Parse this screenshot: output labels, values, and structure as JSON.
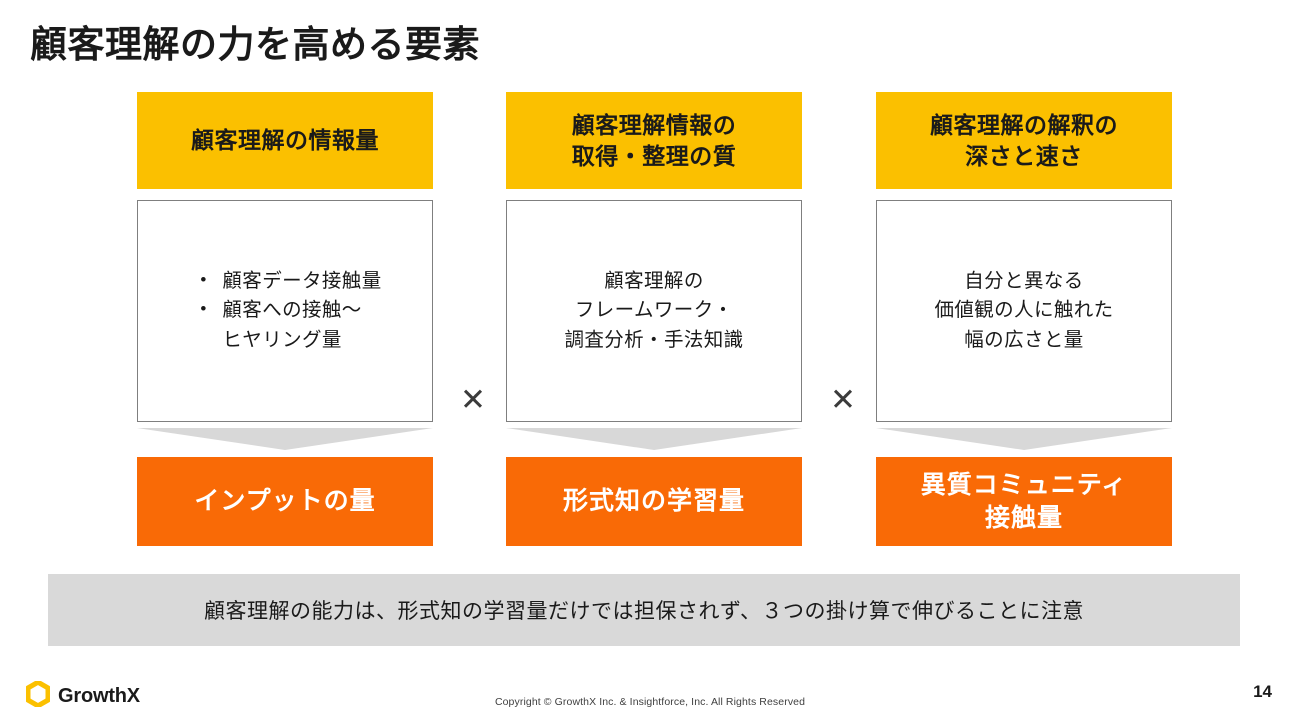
{
  "slide": {
    "title": "顧客理解の力を高める要素",
    "page_number": "14",
    "accent_yellow": "#fbc000",
    "accent_orange": "#f96a06",
    "banner_gray": "#d9d9d9",
    "arrow_gray": "#d8d8d8"
  },
  "columns": [
    {
      "header": "顧客理解の情報量",
      "body_type": "bullets",
      "bullets": [
        "顧客データ接触量",
        "顧客への接触〜\nヒヤリング量"
      ],
      "bullet_marker": "•",
      "footer": "インプットの量"
    },
    {
      "header": "顧客理解情報の\n取得・整理の質",
      "body_type": "text",
      "body": "顧客理解の\nフレームワーク・\n調査分析・手法知識",
      "footer": "形式知の学習量"
    },
    {
      "header": "顧客理解の解釈の\n深さと速さ",
      "body_type": "text",
      "body": "自分と異なる\n価値観の人に触れた\n幅の広さと量",
      "footer": "異質コミュニティ\n接触量"
    }
  ],
  "operators": [
    "✕",
    "✕"
  ],
  "note": "顧客理解の能力は、形式知の学習量だけでは担保されず、３つの掛け算で伸びることに注意",
  "footer": {
    "logo_text": "GrowthX",
    "copyright": "Copyright © GrowthX Inc. & Insightforce, Inc. All Rights Reserved"
  }
}
